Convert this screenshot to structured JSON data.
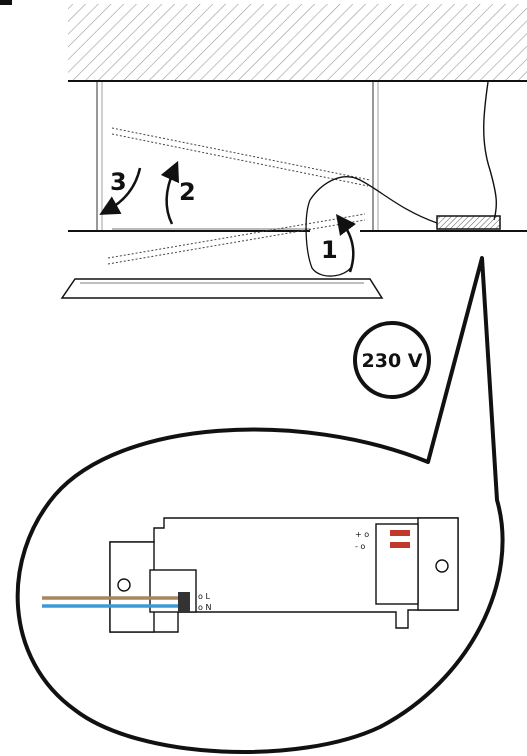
{
  "steps": {
    "step1": "1",
    "step2": "2",
    "step3": "3"
  },
  "voltage_label": "230 V",
  "driver": {
    "input_L": "o L",
    "input_N": "o N",
    "output_plus": "+ o",
    "output_minus": "- o"
  },
  "colors": {
    "wire_live": "#a8865e",
    "wire_neutral": "#3c9ad6",
    "output_wire": "#c0392b",
    "line": "#111111",
    "hatch": "#9a9a9a",
    "junction_box": "#8a8a8a"
  }
}
